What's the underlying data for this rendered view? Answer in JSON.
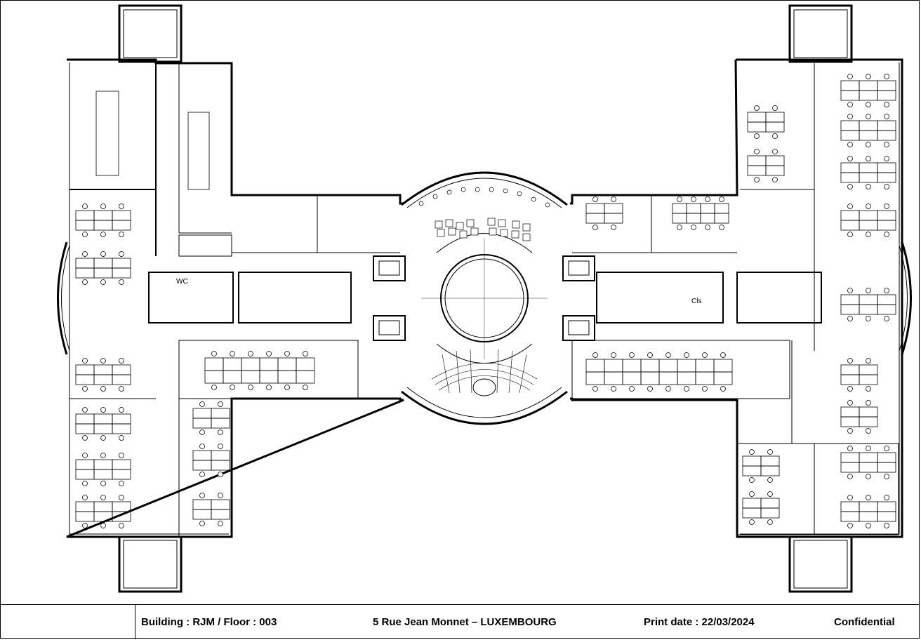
{
  "footer": {
    "building_floor": "Building : RJM / Floor : 003",
    "address": "5 Rue Jean Monnet – LUXEMBOURG",
    "print_date": "Print date : 22/03/2024",
    "classification": "Confidential"
  },
  "plan_labels": {
    "wc_left": "WC",
    "cls_right": "Cls"
  },
  "colors": {
    "line": "#000000",
    "background": "#ffffff"
  }
}
